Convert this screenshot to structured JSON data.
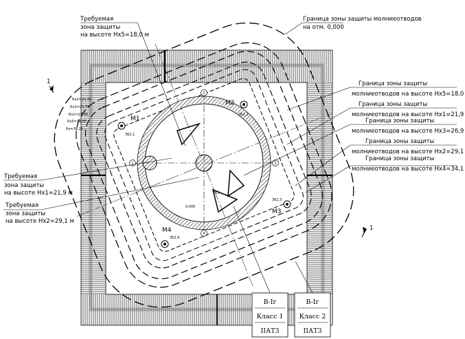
{
  "drawing": {
    "top_left_label": {
      "line1": "Требуемая",
      "line2": "зона защиты",
      "line3": "на высоте Hx5=18,0 м"
    },
    "top_right_label": {
      "line1": "Граница зоны защиты молниеотводов",
      "line2": "на отм. 0,000"
    },
    "right_labels": [
      {
        "title": "Граница зоны защиты",
        "sub": "молниеотводов на высоте Hx5=18,0 м"
      },
      {
        "title": "Граница зоны защиты",
        "sub": "молниеотводов на высоте Hx1=21,9 м"
      },
      {
        "title": "Граница зоны защиты",
        "sub": "молниеотводов на высоте Hx3=26,9 м"
      },
      {
        "title": "Граница зоны защиты",
        "sub": "молниеотводов на высоте Hx2=29,1 м"
      },
      {
        "title": "Граница зоны защиты",
        "sub": "молниеотводов на высоте Hx4=34,1 м"
      }
    ],
    "left_labels": [
      {
        "line1": "Требуемая",
        "line2": "зона защиты",
        "line3": "на высоте Hx1=21,9 м"
      },
      {
        "line1": "Требуемая",
        "line2": "зона защиты",
        "line3": "на высоте Hx2=29,1 м"
      }
    ],
    "masts": [
      {
        "name": "M1",
        "elev": "362,1"
      },
      {
        "name": "M2",
        "elev": "362,2"
      },
      {
        "name": "M3",
        "elev": "362,3"
      },
      {
        "name": "M4",
        "elev": "362,4"
      }
    ],
    "axes": [
      "1",
      "2",
      "3",
      "4"
    ],
    "section_mark": "1",
    "building_number": "101",
    "level_mark": "0,000",
    "radius_labels": [
      "Rx=38,22",
      "Rx5=29,85",
      "Rx1=27,88",
      "Rx3=25,55",
      "Rx2=24,40"
    ],
    "class_boxes": [
      {
        "zone": "В-Iг",
        "class": "Класс 1",
        "group": "IIАТ3"
      },
      {
        "zone": "В-Iг",
        "class": "Класс 2",
        "group": "IIАТ3"
      }
    ]
  }
}
